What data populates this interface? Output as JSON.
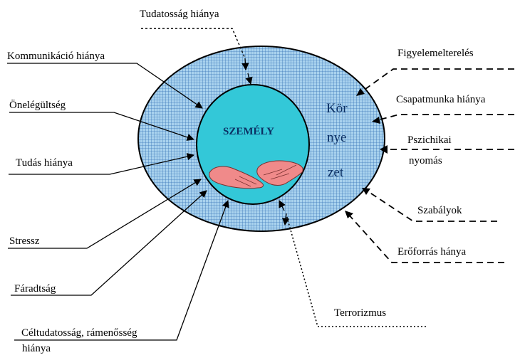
{
  "center_label": "SZEMÉLY",
  "environment_label": {
    "line1": "Kör",
    "line2": "nye",
    "line3": "zet"
  },
  "factors": {
    "tudatossag_hianya": "Tudatosság hiánya",
    "kommunikacio_hianya": "Kommunikáció hiánya",
    "onelegultseg": "Önelégültség",
    "tudas_hianya": "Tudás hiánya",
    "stressz": "Stressz",
    "faradtsag": "Fáradtság",
    "celtudatossag_line1": "Céltudatosság, rámenősség",
    "celtudatossag_line2": "hiánya",
    "figyelemelterelés": "Figyelemelterelés",
    "csapatmunka_hianya": "Csapatmunka hiánya",
    "pszichikai_line1": "Pszichikai",
    "pszichikai_line2": "nyomás",
    "szabalyok": "Szabályok",
    "eroforras_hianya": "Erőforrás hánya",
    "terrorizmus": "Terrorizmus"
  },
  "colors": {
    "outer_fill": "#9ec9e6",
    "inner_fill": "#33c8d8",
    "grid": "#3a76b8",
    "hands": "#f08a8a"
  }
}
